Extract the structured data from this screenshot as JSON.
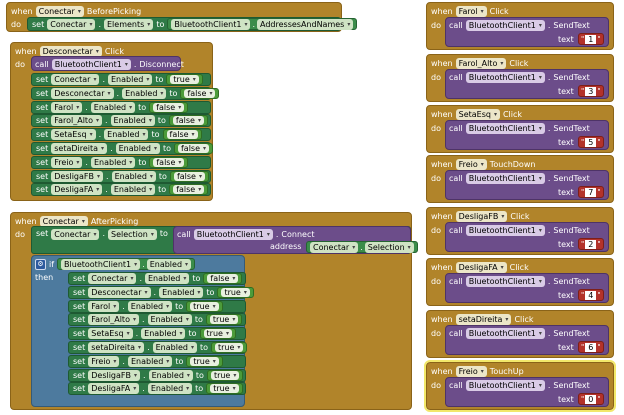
{
  "keywords": {
    "when": "when",
    "do": "do",
    "set": "set",
    "to": "to",
    "call": "call",
    "if": "if",
    "then": "then",
    "text": "text",
    "address": "address"
  },
  "blocks": {
    "before_picking": {
      "component": "Conectar",
      "event": "BeforePicking",
      "target": "Conectar",
      "property": "Elements",
      "value_component": "BluetoothClient1",
      "value_property": "AddressesAndNames"
    },
    "desconectar_click": {
      "component": "Desconectar",
      "event": "Click",
      "call_component": "BluetoothClient1",
      "call_method": "Disconnect",
      "sets": [
        {
          "comp": "Conectar",
          "prop": "Enabled",
          "val": "true"
        },
        {
          "comp": "Desconectar",
          "prop": "Enabled",
          "val": "false"
        },
        {
          "comp": "Farol",
          "prop": "Enabled",
          "val": "false"
        },
        {
          "comp": "Farol_Alto",
          "prop": "Enabled",
          "val": "false"
        },
        {
          "comp": "SetaEsq",
          "prop": "Enabled",
          "val": "false"
        },
        {
          "comp": "setaDireita",
          "prop": "Enabled",
          "val": "false"
        },
        {
          "comp": "Freio",
          "prop": "Enabled",
          "val": "false"
        },
        {
          "comp": "DesligaFB",
          "prop": "Enabled",
          "val": "false"
        },
        {
          "comp": "DesligaFA",
          "prop": "Enabled",
          "val": "false"
        }
      ]
    },
    "after_picking": {
      "component": "Conectar",
      "event": "AfterPicking",
      "set_comp": "Conectar",
      "set_prop": "Selection",
      "call_component": "BluetoothClient1",
      "call_method": "Connect",
      "address_comp": "Conectar",
      "address_prop": "Selection",
      "if_comp": "BluetoothClient1",
      "if_prop": "Enabled",
      "sets": [
        {
          "comp": "Conectar",
          "prop": "Enabled",
          "val": "false"
        },
        {
          "comp": "Desconectar",
          "prop": "Enabled",
          "val": "true"
        },
        {
          "comp": "Farol",
          "prop": "Enabled",
          "val": "true"
        },
        {
          "comp": "Farol_Alto",
          "prop": "Enabled",
          "val": "true"
        },
        {
          "comp": "SetaEsq",
          "prop": "Enabled",
          "val": "true"
        },
        {
          "comp": "setaDireita",
          "prop": "Enabled",
          "val": "true"
        },
        {
          "comp": "Freio",
          "prop": "Enabled",
          "val": "true"
        },
        {
          "comp": "DesligaFB",
          "prop": "Enabled",
          "val": "true"
        },
        {
          "comp": "DesligaFA",
          "prop": "Enabled",
          "val": "true"
        }
      ]
    },
    "right": [
      {
        "component": "Farol",
        "event": "Click",
        "call_component": "BluetoothClient1",
        "method": "SendText",
        "value": "1"
      },
      {
        "component": "Farol_Alto",
        "event": "Click",
        "call_component": "BluetoothClient1",
        "method": "SendText",
        "value": "3"
      },
      {
        "component": "SetaEsq",
        "event": "Click",
        "call_component": "BluetoothClient1",
        "method": "SendText",
        "value": "5"
      },
      {
        "component": "Freio",
        "event": "TouchDown",
        "call_component": "BluetoothClient1",
        "method": "SendText",
        "value": "7"
      },
      {
        "component": "DesligaFB",
        "event": "Click",
        "call_component": "BluetoothClient1",
        "method": "SendText",
        "value": "2"
      },
      {
        "component": "DesligaFA",
        "event": "Click",
        "call_component": "BluetoothClient1",
        "method": "SendText",
        "value": "4"
      },
      {
        "component": "setaDireita",
        "event": "Click",
        "call_component": "BluetoothClient1",
        "method": "SendText",
        "value": "6"
      },
      {
        "component": "Freio",
        "event": "TouchUp",
        "call_component": "BluetoothClient1",
        "method": "SendText",
        "value": "0"
      }
    ]
  },
  "colors": {
    "event": "#b1842a",
    "set": "#2f7a47",
    "call": "#6c4d8a",
    "text": "#b3322a",
    "control": "#4d7a9e",
    "selected_outline": "#f2e86a"
  }
}
